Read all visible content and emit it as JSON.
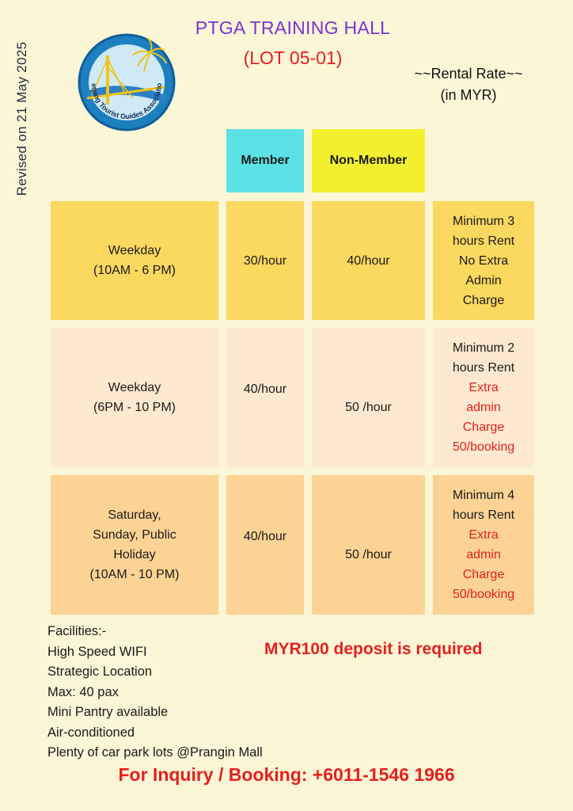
{
  "revised": "Revised on  21 May 2025",
  "logo": {
    "text": "Penang Tourist Guides Association"
  },
  "title": "PTGA TRAINING HALL",
  "lot": "(LOT 05-01)",
  "rental": {
    "line1": "~~Rental Rate~~",
    "line2": "(in MYR)"
  },
  "headers": {
    "member": "Member",
    "non_member": "Non-Member"
  },
  "rows": [
    {
      "period": [
        "Weekday",
        "(10AM - 6 PM)"
      ],
      "member": "30/hour",
      "non_member": "40/hour",
      "note": [
        "Minimum 3",
        "hours Rent",
        "No Extra",
        "Admin",
        "Charge"
      ],
      "note_red": false
    },
    {
      "period": [
        "Weekday",
        "(6PM - 10 PM)"
      ],
      "member": "40/hour",
      "non_member": "50 /hour",
      "note": [
        "Minimum 2",
        "hours Rent"
      ],
      "note_extra": [
        "Extra",
        "admin",
        "Charge",
        "50/booking"
      ],
      "note_red": true
    },
    {
      "period": [
        "Saturday,",
        "Sunday, Public",
        "Holiday",
        "(10AM - 10 PM)"
      ],
      "member": "40/hour",
      "non_member": "50 /hour",
      "note": [
        "Minimum 4",
        "hours Rent"
      ],
      "note_extra": [
        "Extra",
        "admin",
        "Charge",
        "50/booking"
      ],
      "note_red": true
    }
  ],
  "facilities": {
    "heading": "Facilities:-",
    "items": [
      "High Speed WIFI",
      "Strategic Location",
      "Max: 40 pax",
      "Mini Pantry available",
      "Air-conditioned",
      "Plenty of car park lots @Prangin Mall"
    ]
  },
  "deposit": "MYR100 deposit is required",
  "inquiry": "For Inquiry / Booking: +6011-1546 1966",
  "colors": {
    "background": "#fbf6d6",
    "title": "#7b32d6",
    "accent_red": "#e5201f",
    "member_header": "#5ce1e6",
    "non_member_header": "#f5f02f",
    "row1": "#fbd85f",
    "row2": "#fde9cf",
    "row3": "#fcd394"
  }
}
